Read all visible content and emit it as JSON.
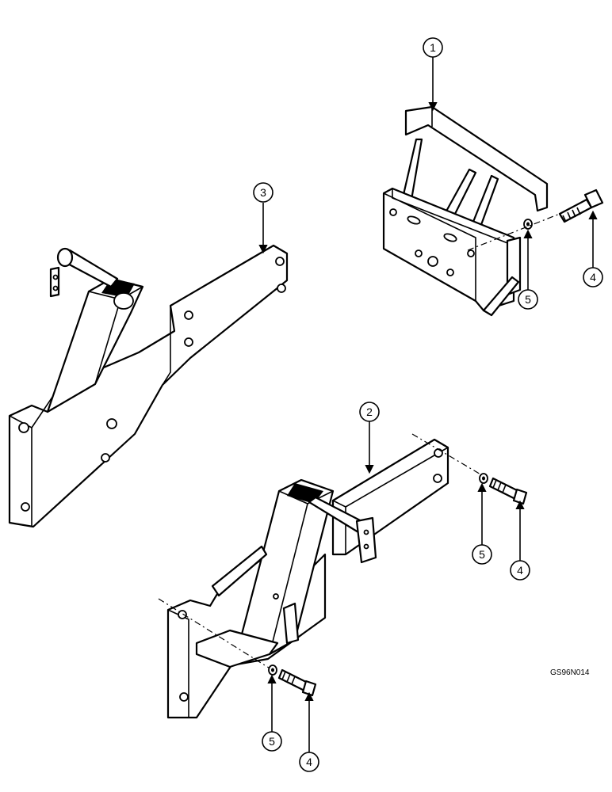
{
  "figure_code": "GS96N014",
  "callouts": {
    "c1_top": "1",
    "c2_mid": "2",
    "c3_left": "3",
    "c4_top": "4",
    "c5_top": "5",
    "c4_right": "4",
    "c5_right": "5",
    "c4_bottom": "4",
    "c5_bottom": "5"
  }
}
